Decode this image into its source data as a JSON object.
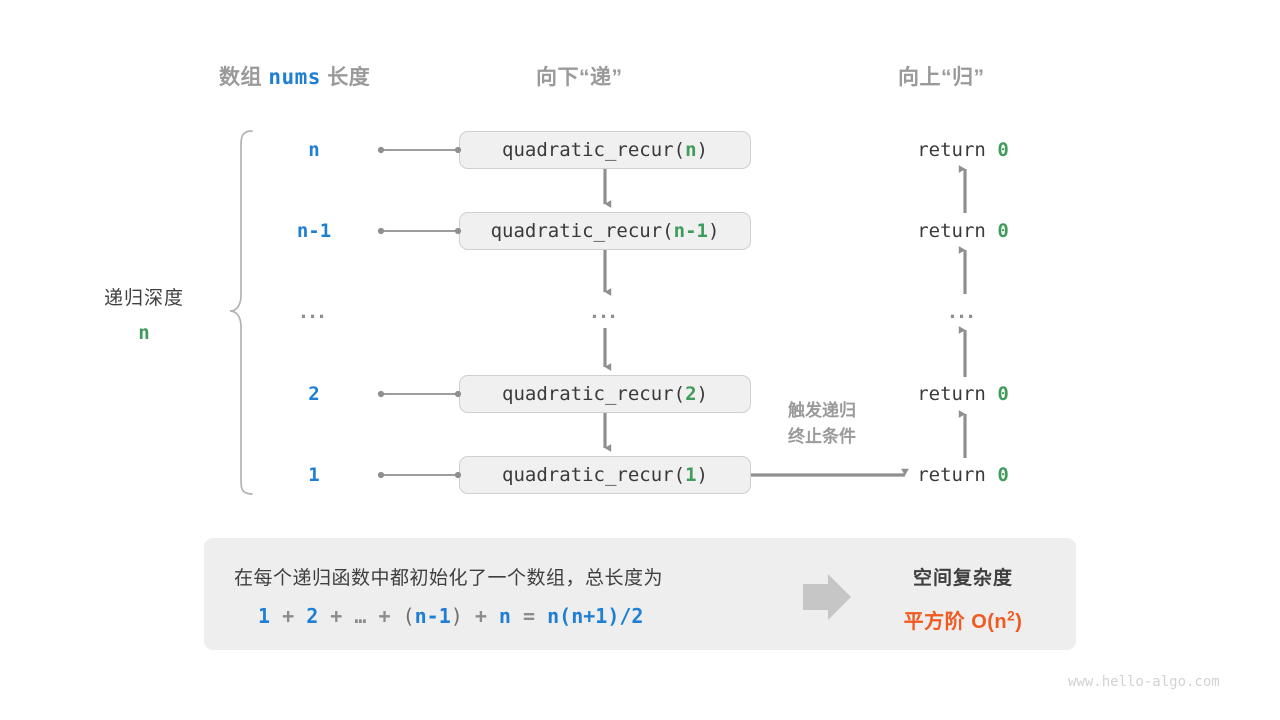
{
  "headers": {
    "left_prefix": "数组",
    "left_code": "nums",
    "left_suffix": "长度",
    "middle": "向下“递”",
    "right": "向上“归”"
  },
  "depth_annotation": {
    "title": "递归深度",
    "value": "n"
  },
  "rows": [
    {
      "size": "n",
      "fn_name": "quadratic_recur(",
      "fn_arg": "n",
      "fn_close": ")",
      "return_text": "return",
      "return_value": "0"
    },
    {
      "size": "n-1",
      "fn_name": "quadratic_recur(",
      "fn_arg": "n-1",
      "fn_close": ")",
      "return_text": "return",
      "return_value": "0"
    },
    {
      "size": "...",
      "fn_name": "...",
      "fn_arg": "",
      "fn_close": "",
      "return_text": "...",
      "return_value": ""
    },
    {
      "size": "2",
      "fn_name": "quadratic_recur(",
      "fn_arg": "2",
      "fn_close": ")",
      "return_text": "return",
      "return_value": "0"
    },
    {
      "size": "1",
      "fn_name": "quadratic_recur(",
      "fn_arg": "1",
      "fn_close": ")",
      "return_text": "return",
      "return_value": "0"
    }
  ],
  "trigger_note": {
    "line1": "触发递归",
    "line2": "终止条件"
  },
  "summary": {
    "description": "在每个递归函数中都初始化了一个数组，总长度为",
    "formula": {
      "t1": "1",
      "op1": "+",
      "t2": "2",
      "op2": "+",
      "ell": "…",
      "op3": "+",
      "lparen": "(",
      "t3": "n-1",
      "rparen": ")",
      "op4": "+",
      "t4": "n",
      "eq": "=",
      "result": "n(n+1)/2"
    },
    "complexity_title": "空间复杂度",
    "complexity_prefix": "平方阶",
    "complexity_value_base": "O(n",
    "complexity_value_exp": "2",
    "complexity_value_tail": ")"
  },
  "watermark": "www.hello-algo.com",
  "colors": {
    "blue": "#1f7fd4",
    "green": "#3f9c5a",
    "orange": "#f05a1e",
    "gray_text": "#3f3f3f",
    "gray_muted": "#9a9a9a",
    "panel_bg": "#eeeeee",
    "box_bg": "#f0f0f0",
    "box_border": "#cfcfcf",
    "arrow": "#8f8f8f"
  }
}
